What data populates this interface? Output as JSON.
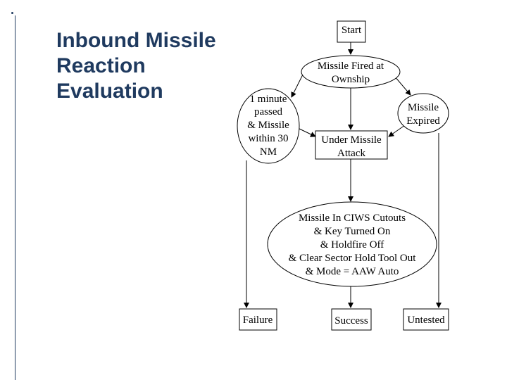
{
  "title_lines": [
    "Inbound Missile",
    "Reaction",
    "Evaluation"
  ],
  "nodes": {
    "start": [
      "Start"
    ],
    "missile_fired": [
      "Missile Fired at",
      "Ownship"
    ],
    "one_minute": [
      "1 minute",
      "passed",
      "& Missile",
      "within 30",
      "NM"
    ],
    "missile_expired": [
      "Missile",
      "Expired"
    ],
    "under_attack": [
      "Under Missile",
      "Attack"
    ],
    "ciws": [
      "Missile In CIWS Cutouts",
      "& Key Turned On",
      "& Holdfire Off",
      "& Clear Sector Hold Tool Out",
      "& Mode = AAW Auto"
    ],
    "failure": [
      "Failure"
    ],
    "success": [
      "Success"
    ],
    "untested": [
      "Untested"
    ]
  }
}
